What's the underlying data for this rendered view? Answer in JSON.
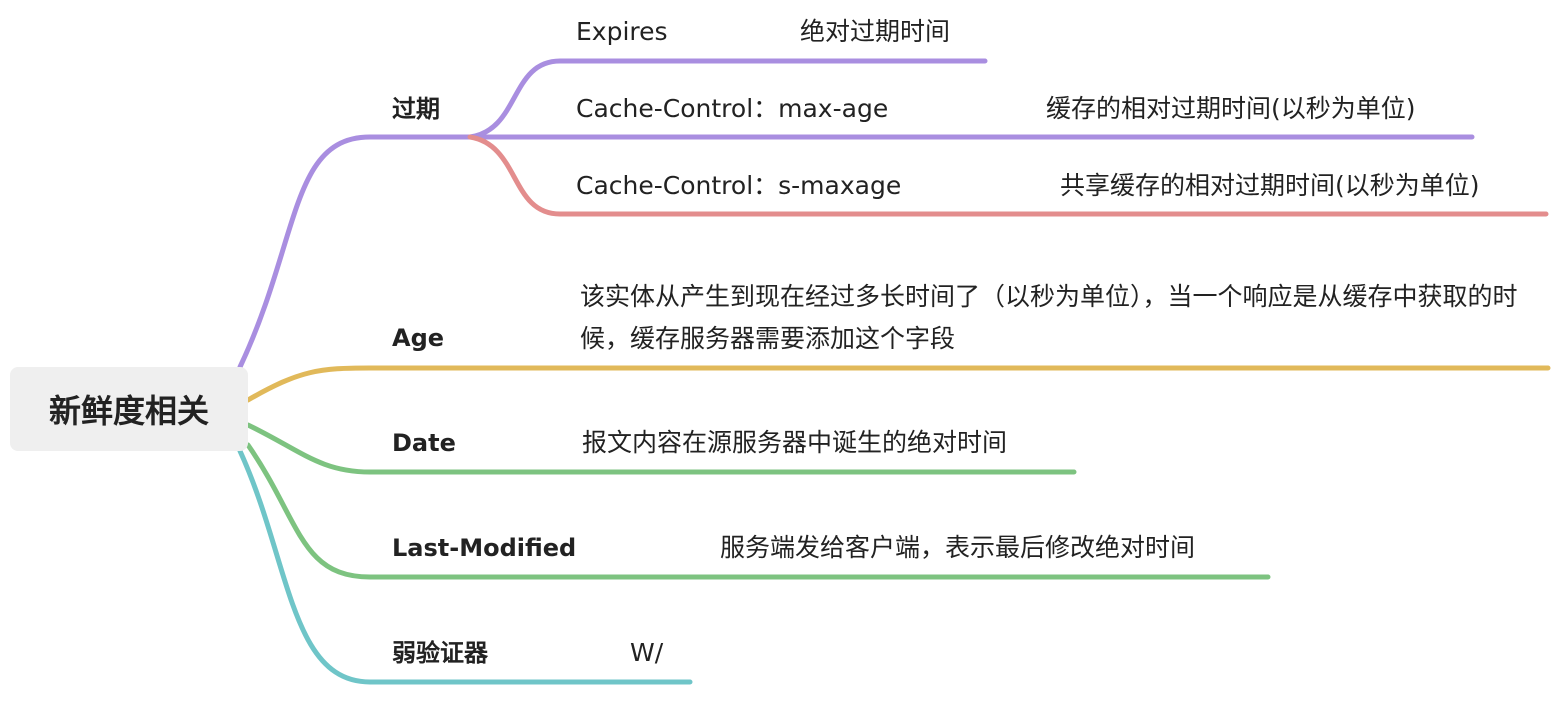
{
  "root": {
    "label": "新鲜度相关"
  },
  "colors": {
    "purple": "#a98ee0",
    "pink": "#e38d8d",
    "yellow": "#e1b95a",
    "green": "#7dc380",
    "teal": "#6fc5c8"
  },
  "branches": {
    "expiry": {
      "label": "过期",
      "children": {
        "expires": {
          "key": "Expires",
          "desc": "绝对过期时间"
        },
        "max_age": {
          "key": "Cache-Control：max-age",
          "desc": "缓存的相对过期时间(以秒为单位)"
        },
        "s_maxage": {
          "key": "Cache-Control：s-maxage",
          "desc": "共享缓存的相对过期时间(以秒为单位)"
        }
      }
    },
    "age": {
      "label": "Age",
      "desc": "该实体从产生到现在经过多长时间了（以秒为单位），当一个响应是从缓存中获取的时候，缓存服务器需要添加这个字段"
    },
    "date": {
      "label": "Date",
      "desc": "报文内容在源服务器中诞生的绝对时间"
    },
    "last_modified": {
      "label": "Last-Modified",
      "desc": "服务端发给客户端，表示最后修改绝对时间"
    },
    "weak_validator": {
      "label": "弱验证器",
      "desc": "W/"
    }
  }
}
